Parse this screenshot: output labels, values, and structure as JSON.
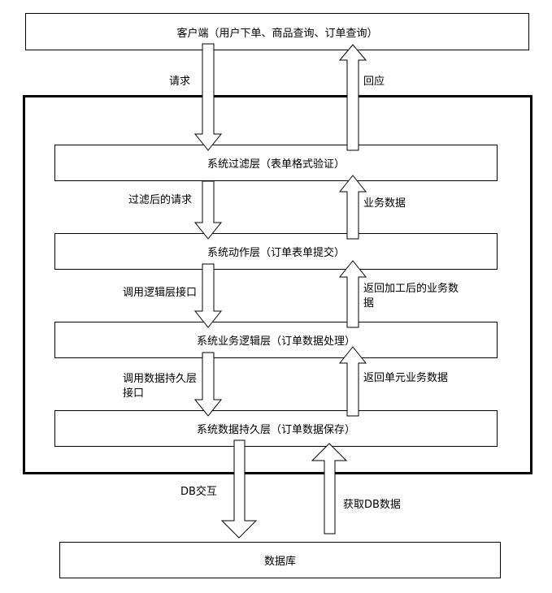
{
  "client": {
    "label": "客户端（用户下单、商品查询、订单查询）"
  },
  "layers": [
    {
      "label": "系统过滤层（表单格式验证）"
    },
    {
      "label": "系统动作层（订单表单提交）"
    },
    {
      "label": "系统业务逻辑层（订单数据处理）"
    },
    {
      "label": "系统数据持久层（订单数据保存）"
    }
  ],
  "database": {
    "label": "数据库"
  },
  "arrows": {
    "request": "请求",
    "response": "回应",
    "filtered_request": "过滤后的请求",
    "business_data": "业务数据",
    "call_logic": "调用逻辑层接口",
    "return_processed": "返回加工后的业务数据",
    "call_persist": "调用数据持久层接口",
    "return_unit": "返回单元业务数据",
    "db_interact": "DB交互",
    "get_db_data": "获取DB数据"
  }
}
